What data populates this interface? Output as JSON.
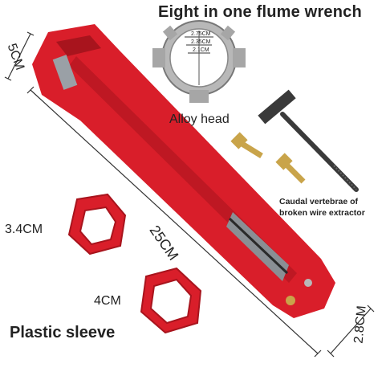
{
  "title": "Eight in one flume wrench",
  "head_label": "Alloy head",
  "extractor_label_line1": "Caudal vertebrae of",
  "extractor_label_line2": "broken wire extractor",
  "sleeve_label": "Plastic sleeve",
  "dimensions": {
    "width_head": "5CM",
    "length": "25CM",
    "width_tail": "2.8CM",
    "sleeve_small": "3.4CM",
    "sleeve_large": "4CM",
    "ring_1": "2.75CM",
    "ring_2": "2.35CM",
    "ring_3": "2.1CM"
  },
  "colors": {
    "wrench_red": "#d91e2a",
    "wrench_dark": "#a8141d",
    "alloy_gray": "#b8b8b8",
    "screw_gold": "#c9a44a",
    "extractor_dark": "#3a3a3a"
  }
}
